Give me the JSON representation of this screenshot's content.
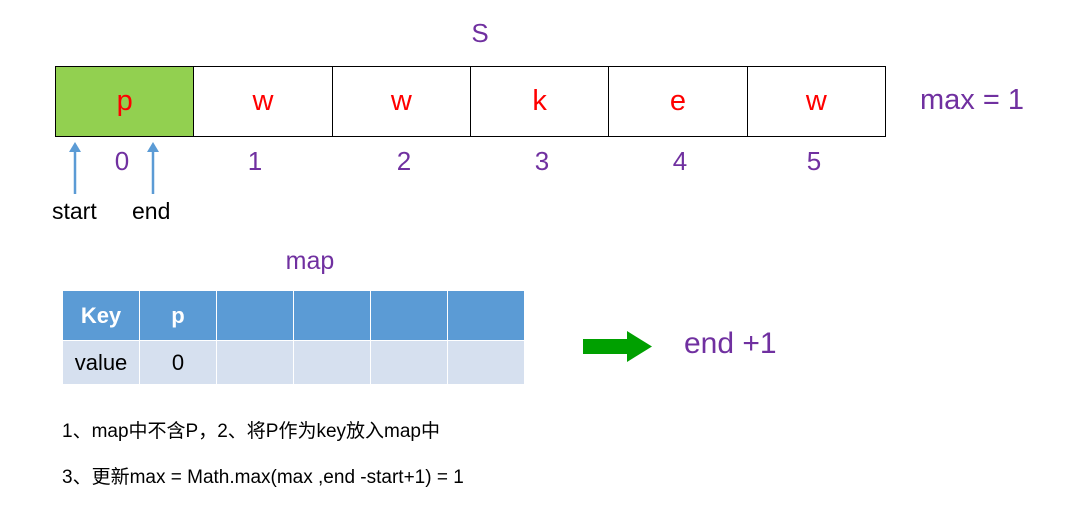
{
  "string": {
    "title": "S",
    "chars": [
      "p",
      "w",
      "w",
      "k",
      "e",
      "w"
    ],
    "indices": [
      "0",
      "1",
      "2",
      "3",
      "4",
      "5"
    ],
    "active_index": 0,
    "active_color": "#92d050",
    "char_color": "#ff0000"
  },
  "max_label": "max = 1",
  "pointers": {
    "start_label": "start",
    "end_label": "end"
  },
  "map": {
    "title": "map",
    "header": [
      "Key",
      "p",
      "",
      "",
      "",
      ""
    ],
    "row": [
      "value",
      "0",
      "",
      "",
      "",
      ""
    ],
    "header_color": "#5b9bd5",
    "row_color": "#d6e0ef"
  },
  "action": {
    "label": "end +1",
    "arrow_color": "#00a000"
  },
  "notes": [
    "1、map中不含P，2、将P作为key放入map中",
    "3、更新max = Math.max(max ,end -start+1) = 1"
  ],
  "accent_color": "#7030a0"
}
